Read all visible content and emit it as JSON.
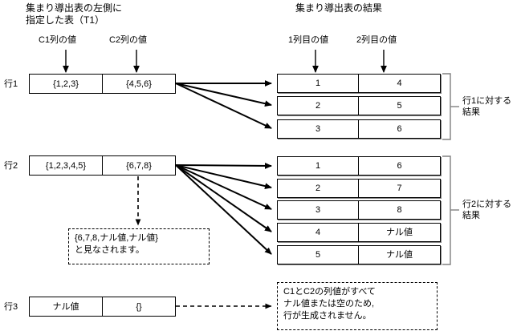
{
  "headings": {
    "left_title": "集まり導出表の左側に\n指定した表（T1）",
    "right_title": "集まり導出表の結果"
  },
  "column_labels": {
    "left": [
      "C1列の値",
      "C2列の値"
    ],
    "right": [
      "1列目の値",
      "2列目の値"
    ]
  },
  "row_labels": [
    "行1",
    "行2",
    "行3"
  ],
  "source_table": {
    "rows": [
      {
        "label": "行1",
        "c1": "{1,2,3}",
        "c2": "{4,5,6}"
      },
      {
        "label": "行2",
        "c1": "{1,2,3,4,5}",
        "c2": "{6,7,8}"
      },
      {
        "label": "行3",
        "c1": "ナル値",
        "c2": "{}"
      }
    ]
  },
  "result_table": {
    "group1": {
      "bracket_label": "行1に対する\n結果",
      "rows": [
        {
          "col1": "1",
          "col2": "4"
        },
        {
          "col1": "2",
          "col2": "5"
        },
        {
          "col1": "3",
          "col2": "6"
        }
      ]
    },
    "group2": {
      "bracket_label": "行2に対する\n結果",
      "rows": [
        {
          "col1": "1",
          "col2": "6"
        },
        {
          "col1": "2",
          "col2": "7"
        },
        {
          "col1": "3",
          "col2": "8"
        },
        {
          "col1": "4",
          "col2": "ナル値"
        },
        {
          "col1": "5",
          "col2": "ナル値"
        }
      ]
    }
  },
  "notes": {
    "row2_padding": "{6,7,8,ナル値,ナル値}\nと見なされます。",
    "row3_empty": "C1とC2の列値がすべて\nナル値または空のため,\n行が生成されません。"
  },
  "colors": {
    "stroke": "#000000",
    "background": "#ffffff",
    "shadow": "#808080"
  }
}
